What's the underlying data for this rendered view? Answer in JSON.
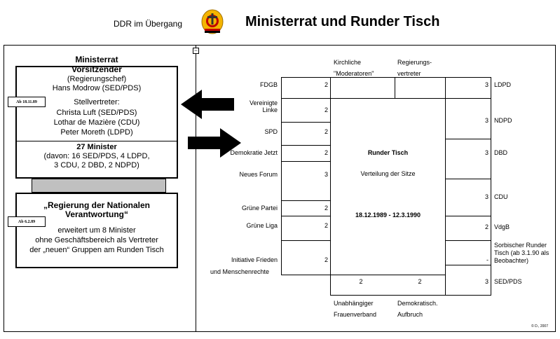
{
  "header": {
    "subtitle": "DDR im Übergang",
    "title": "Ministerrat und Runder Tisch",
    "emblem_icon": "ddr-emblem-icon"
  },
  "left": {
    "ministerrat_title": "Ministerrat",
    "vorsitz_label": "Vorsitzender",
    "regierungschef": "(Regierungschef)",
    "modrow": "Hans Modrow (SED/PDS)",
    "stellvertreter_label": "Stellvertreter:",
    "deputies": [
      "Christa Luft (SED/PDS)",
      "Lothar de Mazière (CDU)",
      "Peter Moreth (LDPD)"
    ],
    "minister_count": "27 Minister",
    "minister_detail_1": "(davon: 16 SED/PDS, 4 LDPD,",
    "minister_detail_2": "3 CDU, 2 DBD, 2 NDPD)",
    "date_tag_1": "Ab 18.11.89",
    "regierung_title_1": "„Regierung der Nationalen",
    "regierung_title_2": "Verantwortung“",
    "date_tag_2": "Ab 6.2.89",
    "regierung_text": [
      "erweitert um 8 Minister",
      "ohne Geschäftsbereich als Vertreter",
      "der „neuen“ Gruppen am Runden Tisch"
    ]
  },
  "right": {
    "top_label_1a": "Kirchliche",
    "top_label_1b": "\"Moderatoren\"",
    "top_label_2a": "Regierungs-",
    "top_label_2b": "vertreter",
    "left_parties": [
      {
        "name": "FDGB",
        "seats": "2"
      },
      {
        "name": "Vereinigte",
        "name2": "Linke",
        "seats": "2"
      },
      {
        "name": "SPD",
        "seats": "2"
      },
      {
        "name": "Demokratie Jetzt",
        "seats": "2"
      },
      {
        "name": "Neues Forum",
        "seats": "3"
      },
      {
        "name": "Grüne Partei",
        "seats": "2"
      },
      {
        "name": "Grüne Liga",
        "seats": "2"
      },
      {
        "name": "Initiative Frieden",
        "name2": "und Menschenrechte",
        "seats": "2"
      }
    ],
    "right_parties": [
      {
        "name": "LDPD",
        "seats": "3"
      },
      {
        "name": "NDPD",
        "seats": "3"
      },
      {
        "name": "DBD",
        "seats": "3"
      },
      {
        "name": "CDU",
        "seats": "3"
      },
      {
        "name": "VdgB",
        "seats": "2"
      },
      {
        "name": "Sorbischer Runder",
        "name2": "Tisch (ab 3.1.90 als",
        "name3": "Beobachter)",
        "seats": "-"
      },
      {
        "name": "SED/PDS",
        "seats": "3"
      }
    ],
    "bottom_seats": [
      "2",
      "2"
    ],
    "bottom_label_1a": "Unabhängiger",
    "bottom_label_1b": "Frauenverband",
    "bottom_label_2a": "Demokratisch.",
    "bottom_label_2b": "Aufbruch",
    "center_title": "Runder Tisch",
    "center_sub": "Verteilung der Sitze",
    "center_dates": "18.12.1989 - 12.3.1990",
    "copyright": "© D., 2007"
  }
}
